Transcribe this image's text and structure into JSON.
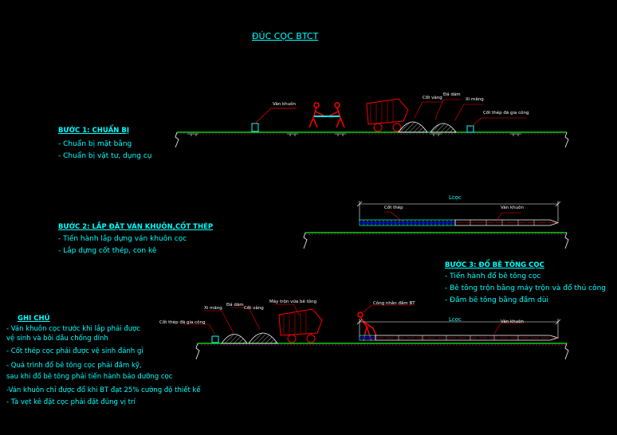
{
  "title": "ĐÚC CỌC BTCT",
  "step1": {
    "heading": "BƯỚC 1: CHUẨN BỊ",
    "items": [
      "- Chuẩn bị mặt bằng",
      "- Chuẩn bị vật tư, dụng cụ"
    ],
    "labels": {
      "formwork": "Ván khuôn",
      "cement": "Xi măng",
      "sand": "Đá dăm",
      "aggregate": "Cốt vàng",
      "steel": "Cốt thép đã gia công"
    }
  },
  "step2": {
    "heading": "BƯỚC 2: LẮP ĐẶT VÁN KHUÔN,CỐT THÉP",
    "items": [
      "- Tiến hành lắp dựng ván khuôn cọc",
      "- Lắp dựng cốt thép, con kê"
    ],
    "labels": {
      "lcoc": "Lcọc",
      "steel": "Cốt thép",
      "formwork": "Ván khuôn"
    }
  },
  "step3": {
    "heading": "BƯỚC 3: ĐỔ BÊ TÔNG CỌC",
    "items": [
      "- Tiến hành đổ bê tông cọc",
      "- Bê tông trộn bằng máy trộn và đổ thủ công",
      "- Đầm bê tông bằng đầm dùi"
    ],
    "labels": {
      "lcoc": "Lcọc",
      "formwork": "Ván khuôn",
      "steel": "Cốt thép đã gia công",
      "cement": "Xi măng",
      "sand": "Đá dăm",
      "aggregate": "Cốt vàng",
      "mixer": "Máy trộn vữa bê tông",
      "worker": "Công nhân đầm BT"
    }
  },
  "notes": {
    "heading": "GHI CHÚ",
    "items": [
      "- Ván khuôn cọc trước khi lắp phải được",
      "  vệ sinh và bôi dầu chống dính",
      "- Cốt thép cọc phải được vệ sinh đánh gỉ",
      "- Quá trình đổ bê tông cọc phải đầm kỹ,",
      "  sau khi đổ bê tông phải tiến hành bảo dưỡng cọc",
      "-Ván khuôn chỉ được đổ khi BT đạt 25% cường độ thiết kế",
      "- Tà vẹt kê đặt cọc phải đặt đúng vị trí"
    ]
  },
  "colors": {
    "background": "#000000",
    "text": "#00ffff",
    "ground": "#00ff00",
    "worker": "#ff0000",
    "leader": "#ff0000",
    "pile": "#ffffff",
    "rebar": "#00ffff"
  }
}
